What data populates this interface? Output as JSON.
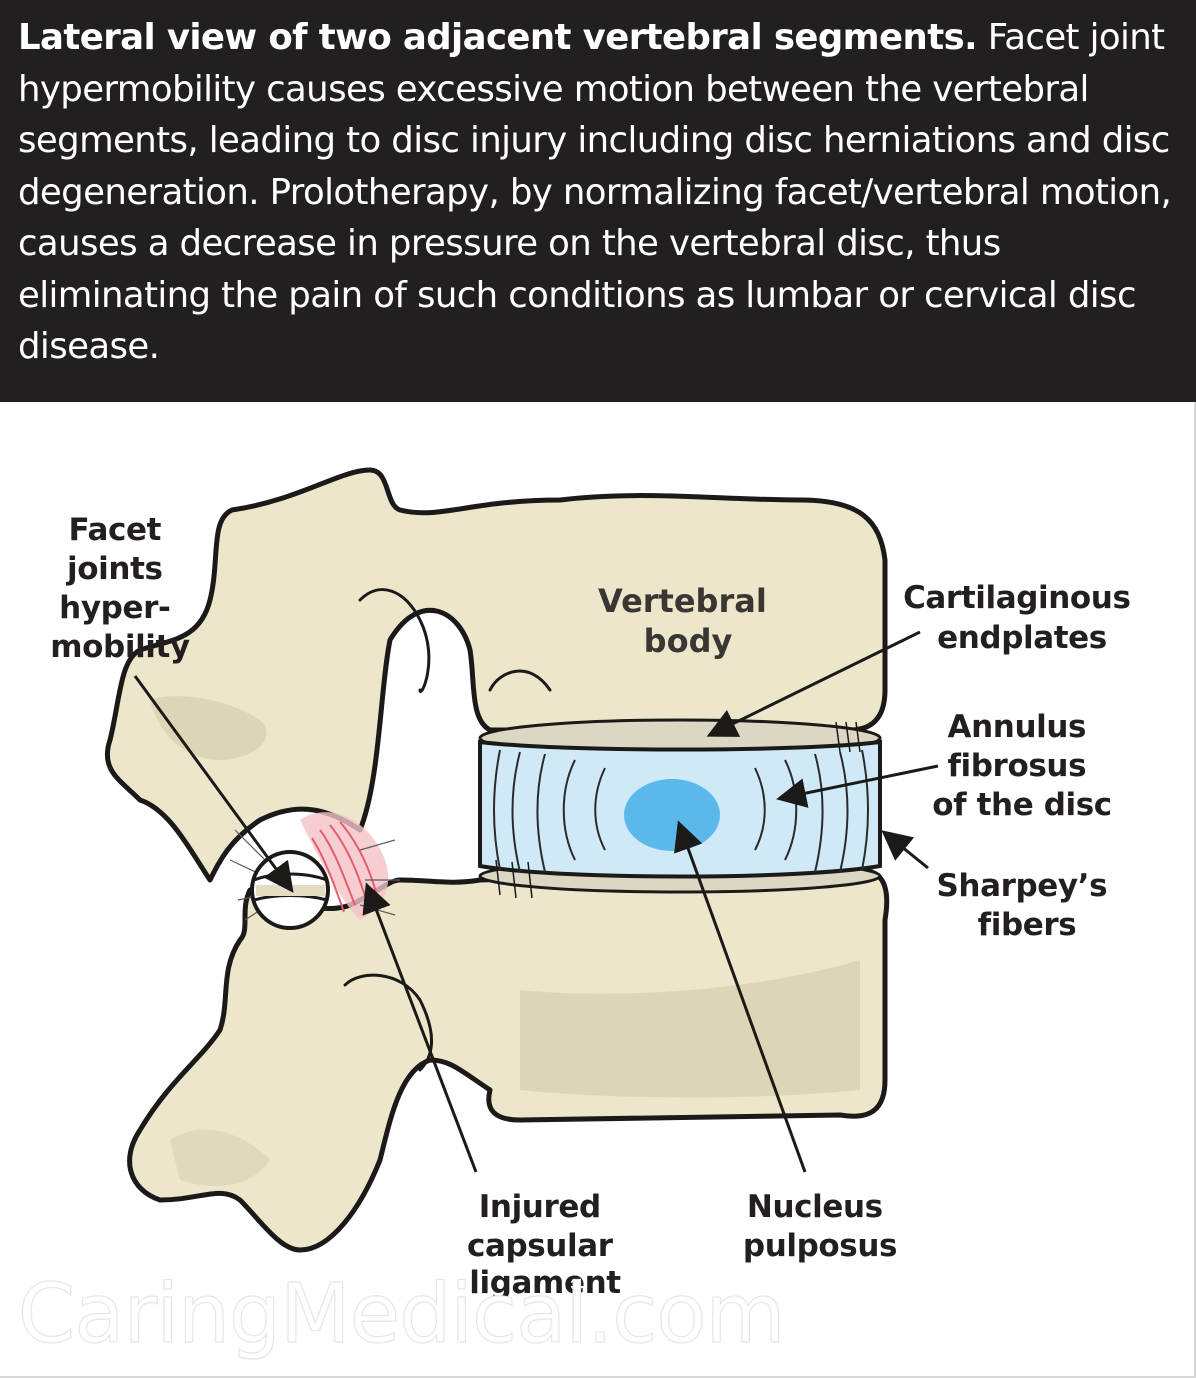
{
  "caption": {
    "title": "Lateral view of two adjacent vertebral segments.",
    "text": "Facet joint hypermobility causes excessive motion between the vertebral segments, leading to disc injury including disc herniations and disc degeneration. Prolotherapy, by normalizing facet/vertebral motion, causes a decrease in pressure on the vertebral disc, thus eliminating the pain of such conditions as lumbar or cervical disc disease."
  },
  "labels": {
    "facet": [
      "Facet",
      "joints",
      "hyper-",
      "mobility"
    ],
    "vertebral_body": [
      "Vertebral",
      "body"
    ],
    "cartilaginous": [
      "Cartilaginous",
      "endplates"
    ],
    "annulus": [
      "Annulus",
      "fibrosus",
      "of the disc"
    ],
    "sharpey": [
      "Sharpey’s",
      "fibers"
    ],
    "injured": [
      "Injured",
      "capsular",
      "ligament"
    ],
    "nucleus": [
      "Nucleus",
      "pulposus"
    ]
  },
  "watermark": "CaringMedical.com",
  "colors": {
    "bone": "#ece6cb",
    "bone_shade": "#cfc8aa",
    "disc": "#cfe9f7",
    "nucleus": "#5bb8ea",
    "endplate": "#dcd7c2",
    "injury": "#e8737e",
    "caption_bg": "#231f20"
  }
}
